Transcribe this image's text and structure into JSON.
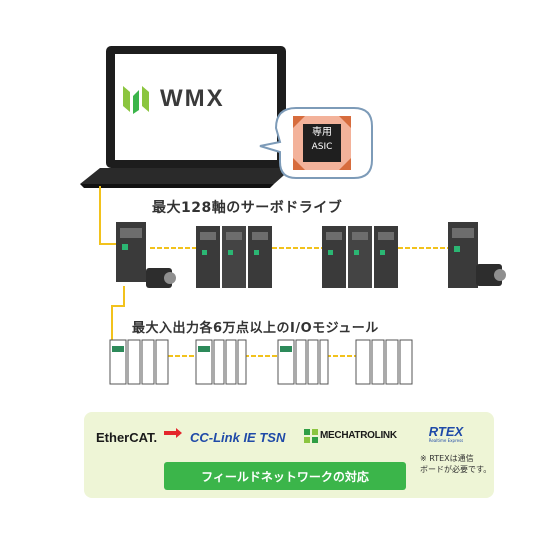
{
  "laptop": {
    "logo_text": "WMX",
    "logo_icon": "wmx-logo-icon"
  },
  "asic_chip": {
    "line1": "専用",
    "line2": "ASIC"
  },
  "servo_label": "最大128軸のサーボドライブ",
  "io_label": "最大入出力各6万点以上のI/Oモジュール",
  "fieldbus": {
    "logos": {
      "ethercat": "EtherCAT.",
      "cclink": "CC-Link IE TSN",
      "mechatrolink": "MECHATROLINK",
      "rtex": "RTEX"
    },
    "rtex_sub": "Realtime Express",
    "note_line1": "※ RTEXは通信",
    "note_line2": "ボードが必要です。",
    "support_button": "フィールドネットワークの対応"
  },
  "colors": {
    "cable": "#f2c21c",
    "accent_green": "#3bb54a",
    "panel_green": "#eef5d6",
    "chip_orange": "#e7926a"
  }
}
